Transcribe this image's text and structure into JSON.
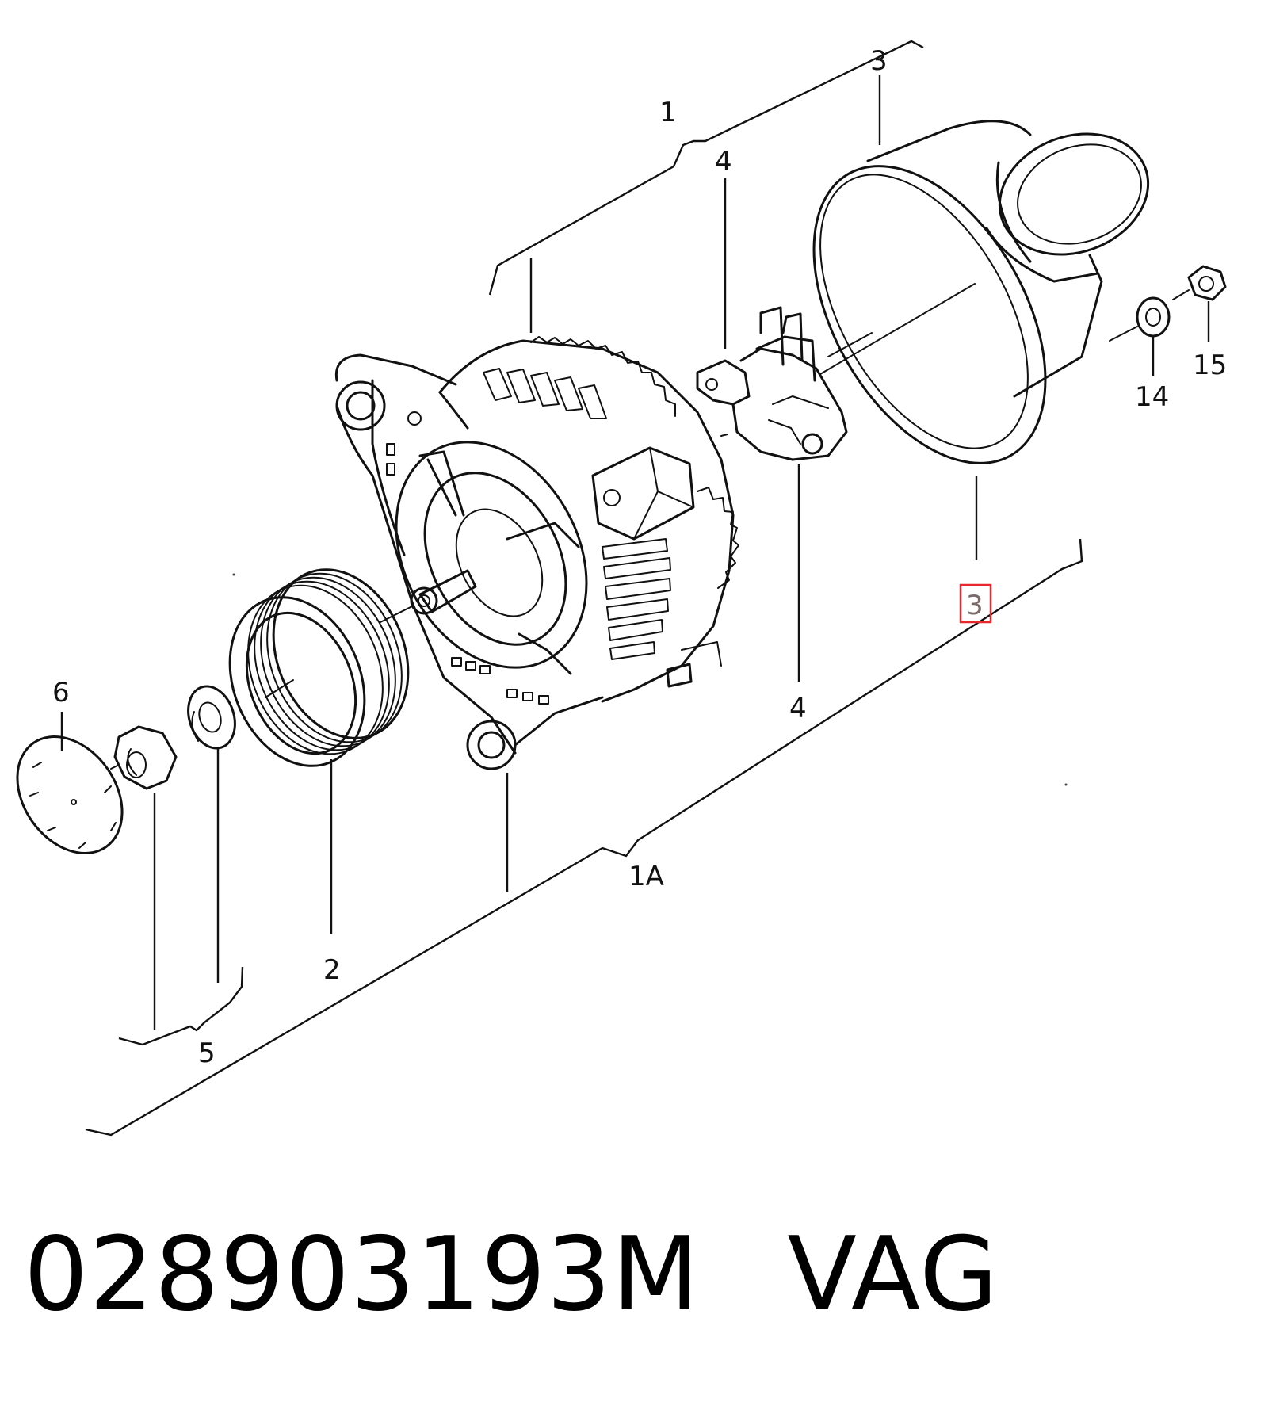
{
  "callouts": {
    "c1": "1",
    "c1a": "1A",
    "c2": "2",
    "c3_top": "3",
    "c3_highlight": "3",
    "c4_top": "4",
    "c4_bottom": "4",
    "c5": "5",
    "c6": "6",
    "c14": "14",
    "c15": "15"
  },
  "caption": {
    "part_number": "028903193M",
    "brand": "VAG"
  },
  "colors": {
    "highlight": "#e8282d",
    "ink": "#111111"
  }
}
